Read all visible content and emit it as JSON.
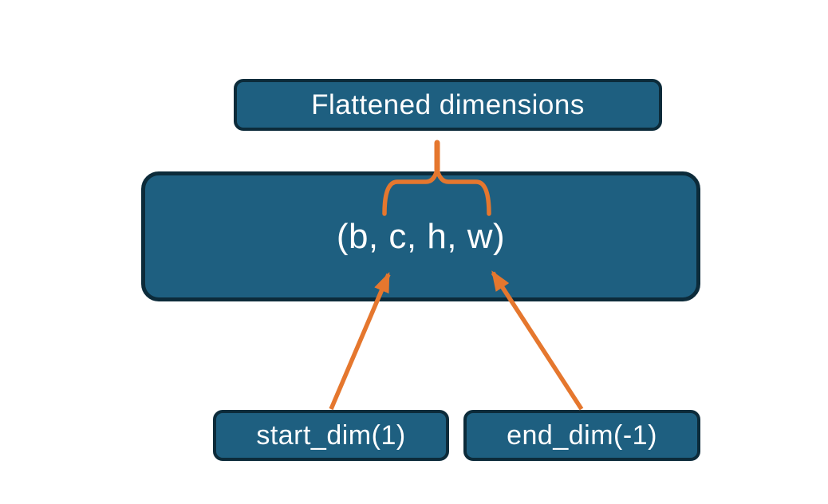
{
  "diagram": {
    "nodes": {
      "title": {
        "label": "Flattened dimensions"
      },
      "tensor": {
        "label": "(b, c, h, w)"
      },
      "start_dim": {
        "label": "start_dim(1)"
      },
      "end_dim": {
        "label": "end_dim(-1)"
      }
    },
    "colors": {
      "node_fill": "#1E5F80",
      "node_border": "#0C2B3A",
      "connector_orange": "#E5772E",
      "text": "#FFFFFF",
      "background": "#FFFFFF"
    }
  }
}
